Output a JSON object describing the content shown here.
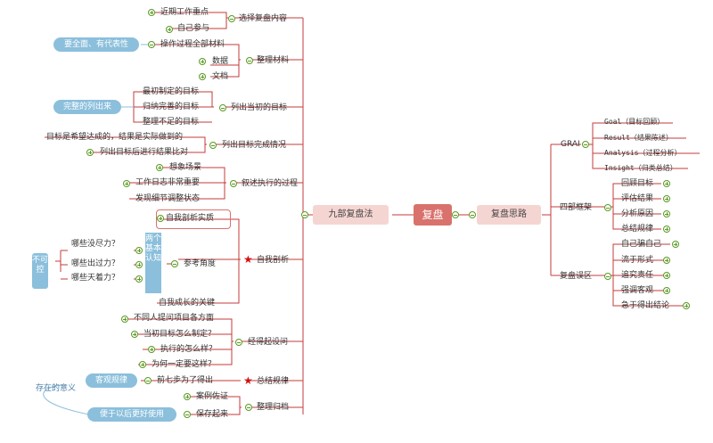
{
  "center": "复盘",
  "left_main": "九部复盘法",
  "right_main": "复盘思路",
  "colors": {
    "line": "#c43b3b",
    "center": "#d9726c",
    "pink": "#f5d5d2",
    "blue": "#8bbfdc",
    "expand": "#5a9a22",
    "star": "#d01010"
  },
  "left": {
    "b1": {
      "label": "选择复盘内容",
      "c1": "近期工作重点",
      "c2": "自己参与"
    },
    "b2": {
      "label": "整理材料",
      "c1": "操作过程全部材料",
      "c1_note": "要全面、有代表性",
      "c2": "数据",
      "c3": "文档"
    },
    "b3": {
      "label": "列出当初的目标",
      "c1": "最初制定的目标",
      "c2": "归纳完善的目标",
      "c3": "整理不足的目标",
      "note": "完整的列出来"
    },
    "b4": {
      "label": "列出目标完成情况",
      "c1": "目标是希望达成的，结果是实际做到的",
      "c2": "列出目标后进行结果比对"
    },
    "b5": {
      "label": "叙述执行的过程",
      "c1": "想象场景",
      "c2": "工作日志非常重要",
      "c3": "发现细节调整状态"
    },
    "b6": {
      "label": "自我剖析",
      "c1": "自我剖析实质",
      "c2": "参考角度",
      "c2_box": "两个基本认知",
      "c2_q1": "哪些没尽力？",
      "c2_q2": "哪些出过力？",
      "c2_q3": "哪些天着力？",
      "c2_note": "不可控",
      "c3": "自我成长的关键"
    },
    "b7": {
      "label": "经得起设问",
      "c1": "不同人提问项目各方面",
      "c2": "当初目标怎么制定？",
      "c3": "执行的怎么样？",
      "c4": "为何一定要这样？"
    },
    "b8": {
      "label": "总结规律",
      "c1": "前七步为了得出",
      "c1_note": "客观规律"
    },
    "b9": {
      "label": "整理归档",
      "c1": "案例佐证",
      "c2": "保存起来",
      "c2_note": "便于以后更好使用",
      "meaning": "存在的意义"
    }
  },
  "right": {
    "grai": {
      "label": "GRAI",
      "items": [
        "Goal（目标回顾）",
        "Result（结果陈述）",
        "Analysis（过程分析）",
        "Insight（归类总结）"
      ]
    },
    "four": {
      "label": "四部框架",
      "items": [
        "回顾目标",
        "评估结果",
        "分析原因",
        "总结规律"
      ]
    },
    "traps": {
      "label": "复盘误区",
      "items": [
        "自己骗自己",
        "流于形式",
        "追究责任",
        "强调客观",
        "急于得出结论"
      ]
    }
  }
}
